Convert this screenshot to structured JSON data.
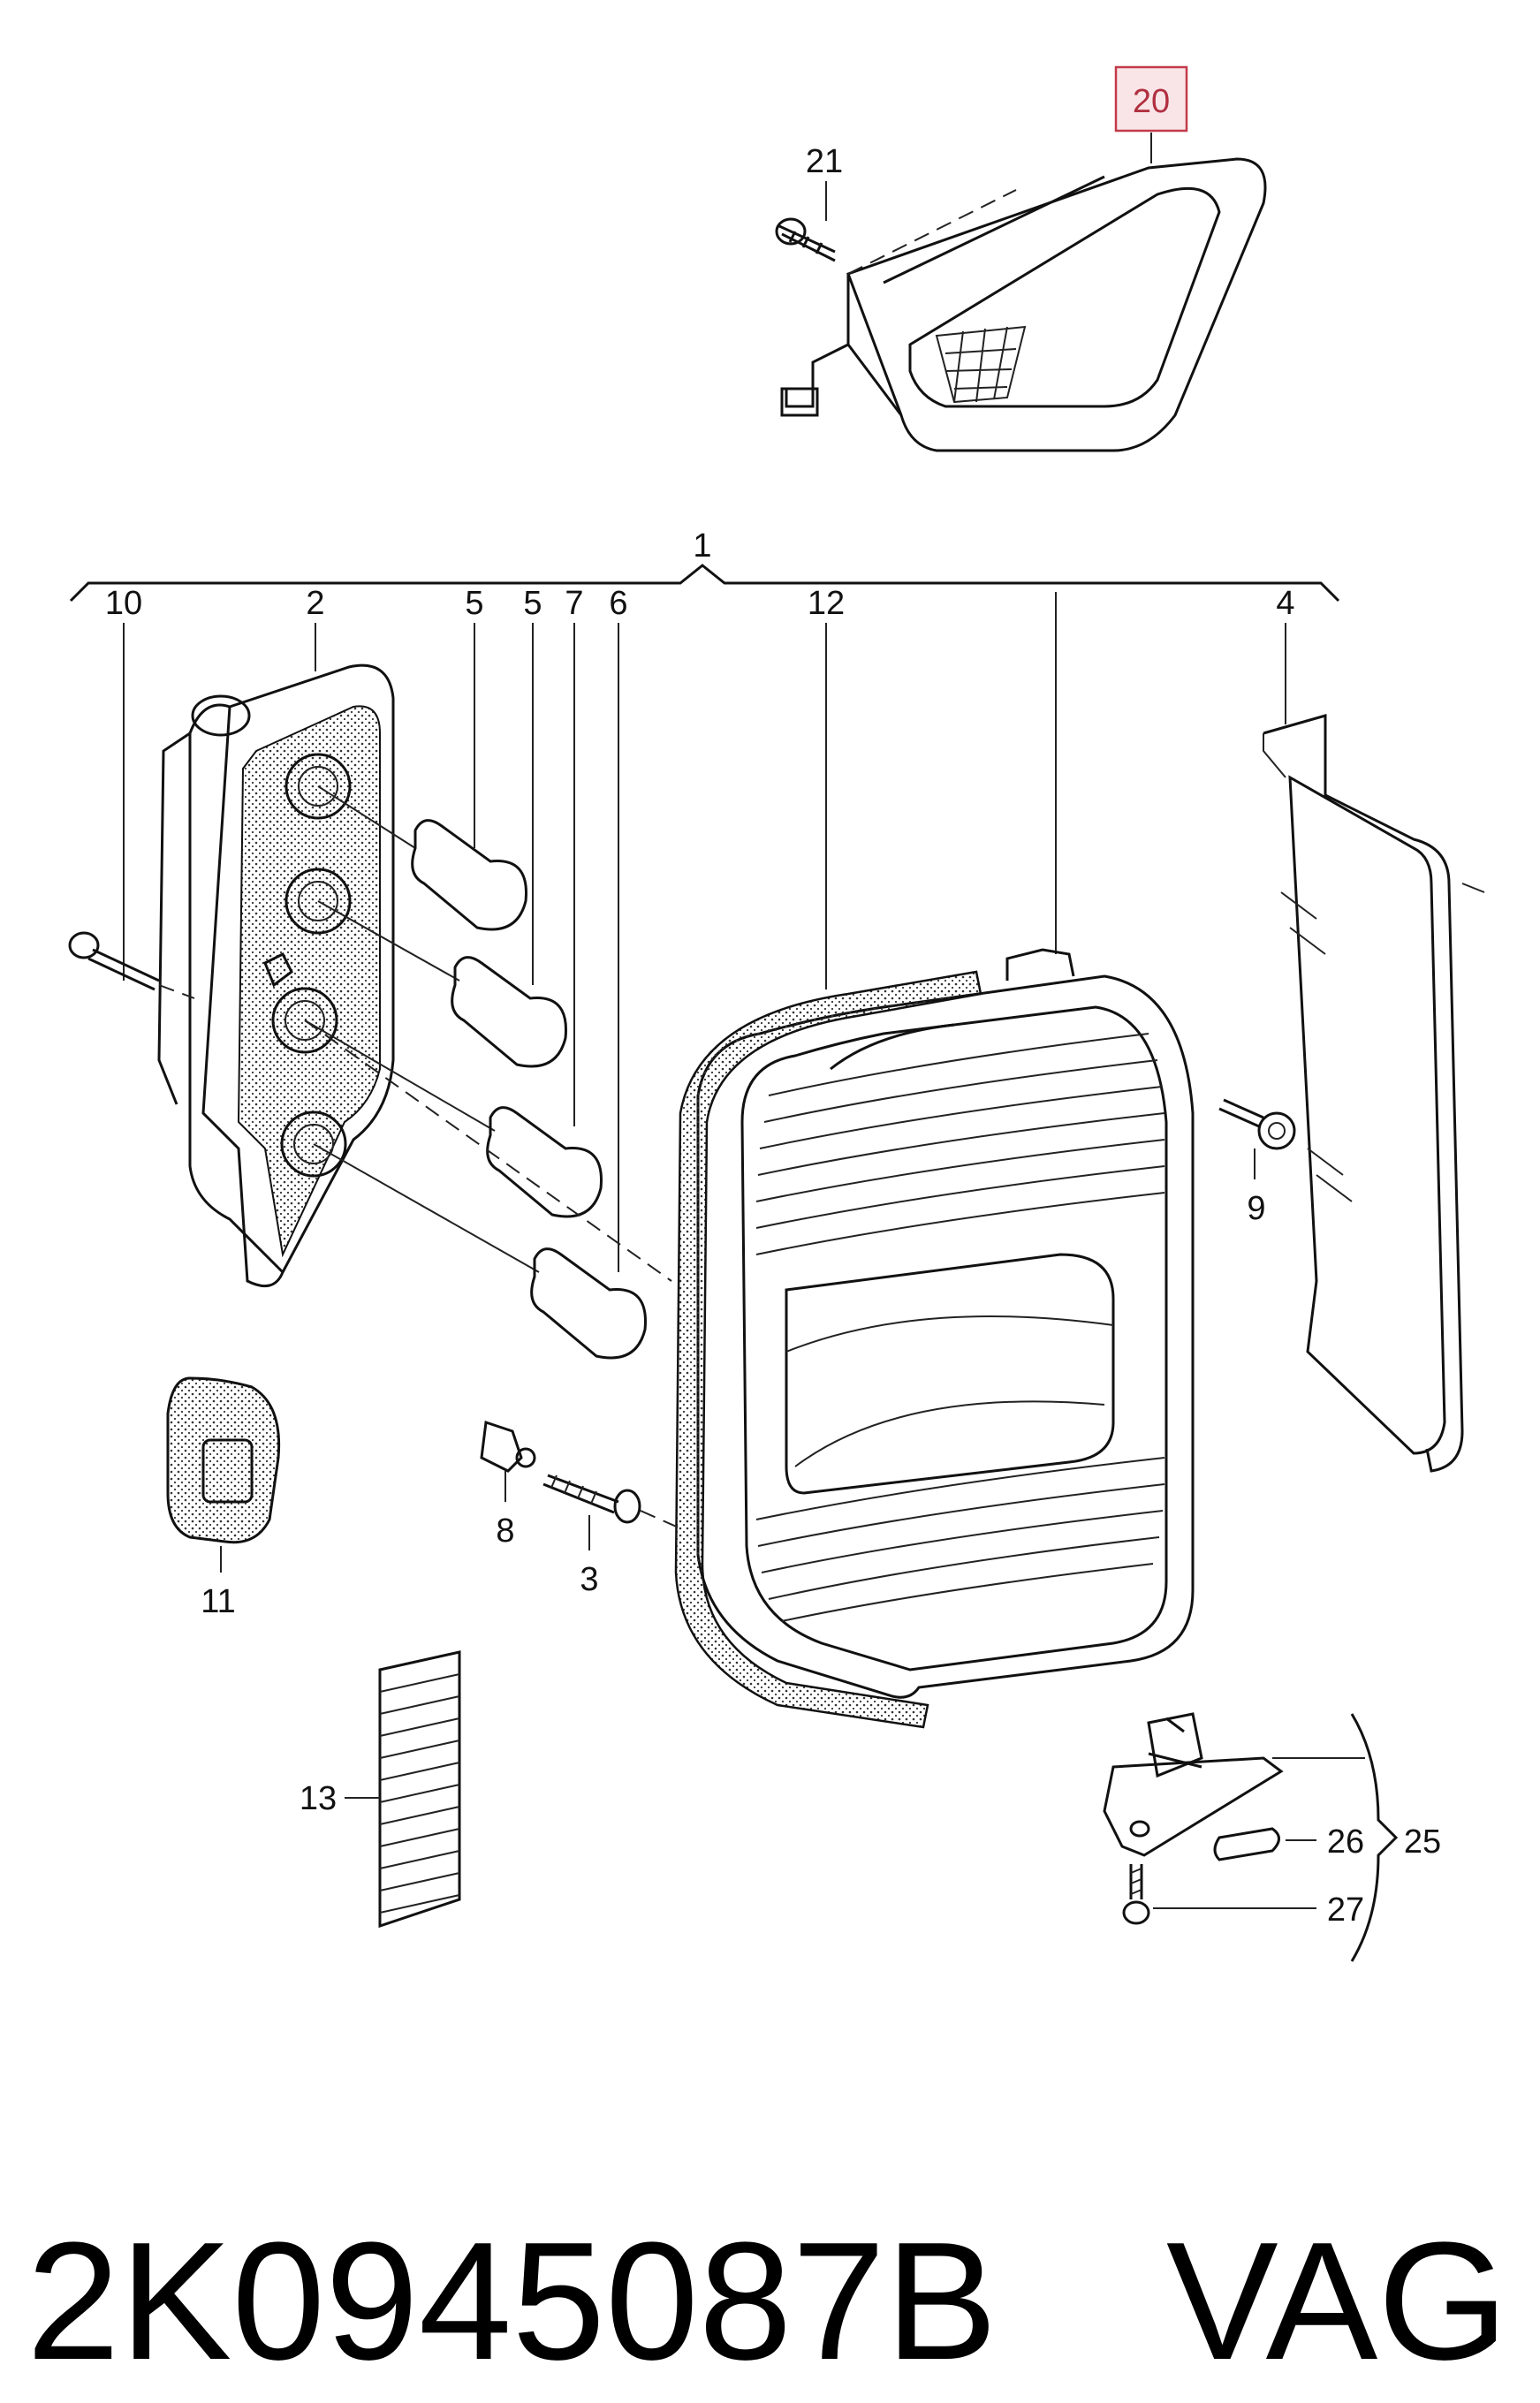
{
  "callouts": {
    "c1": "1",
    "c2": "2",
    "c3": "3",
    "c4": "4",
    "c5a": "5",
    "c5b": "5",
    "c6": "6",
    "c7": "7",
    "c8": "8",
    "c9": "9",
    "c10": "10",
    "c11": "11",
    "c12": "12",
    "c13": "13",
    "c20": "20",
    "c21": "21",
    "c25": "25",
    "c26": "26",
    "c27": "27"
  },
  "highlighted_callout": "20",
  "footer": {
    "part_number": "2K0945087B",
    "brand": "VAG"
  },
  "colors": {
    "highlight_fill": "#f9e5e8",
    "highlight_stroke": "#c23a4a",
    "line": "#111111"
  }
}
